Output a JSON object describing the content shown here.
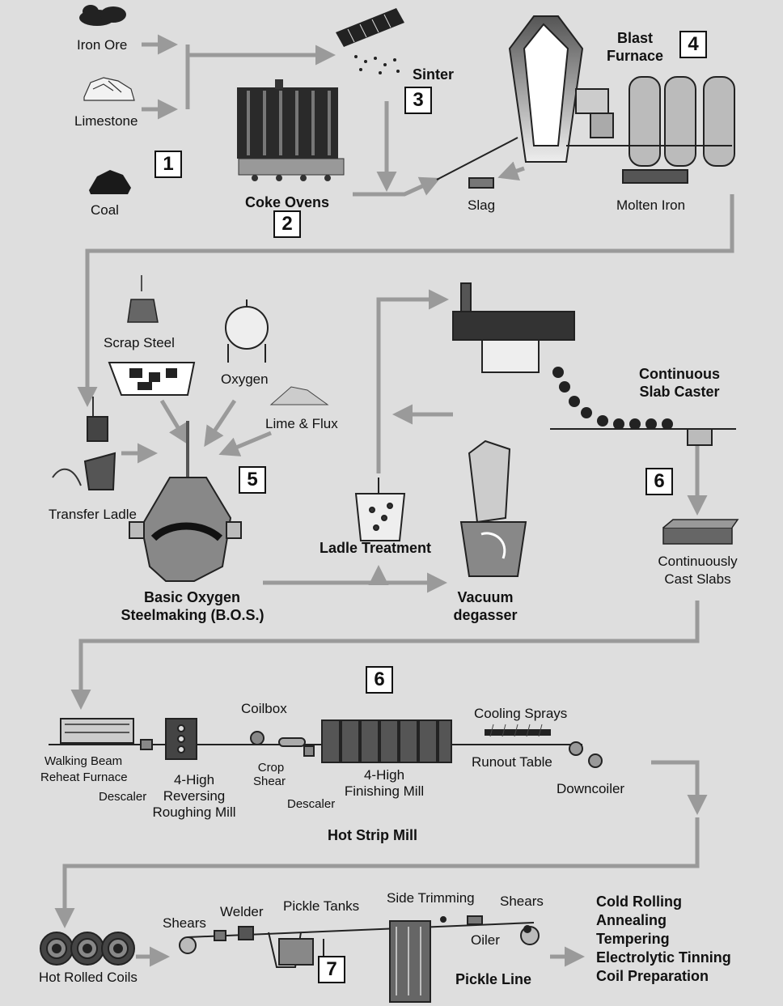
{
  "steps": {
    "s1": "1",
    "s2": "2",
    "s3": "3",
    "s4": "4",
    "s5": "5",
    "s6a": "6",
    "s6b": "6",
    "s7": "7"
  },
  "labels": {
    "iron_ore": "Iron Ore",
    "limestone": "Limestone",
    "coal": "Coal",
    "sinter": "Sinter",
    "coke_ovens": "Coke Ovens",
    "blast": "Blast",
    "furnace": "Furnace",
    "slag": "Slag",
    "molten_iron": "Molten Iron",
    "scrap_steel": "Scrap Steel",
    "oxygen": "Oxygen",
    "lime_flux": "Lime & Flux",
    "transfer_ladle": "Transfer Ladle",
    "bos_line1": "Basic Oxygen",
    "bos_line2": "Steelmaking (B.O.S.)",
    "ladle_treatment": "Ladle Treatment",
    "vacuum": "Vacuum",
    "degasser": "degasser",
    "continuous": "Continuous",
    "slab_caster": "Slab Caster",
    "continuously": "Continuously",
    "cast_slabs": "Cast Slabs",
    "walking_beam": "Walking Beam",
    "reheat_furnace": "Reheat Furnace",
    "descaler": "Descaler",
    "four_high": "4-High",
    "reversing": "Reversing",
    "roughing_mill": "Roughing Mill",
    "coilbox": "Coilbox",
    "crop": "Crop",
    "shear": "Shear",
    "finishing_mill": "Finishing Mill",
    "cooling_sprays": "Cooling Sprays",
    "runout_table": "Runout Table",
    "downcoiler": "Downcoiler",
    "hot_strip_mill": "Hot Strip Mill",
    "hot_rolled_coils": "Hot Rolled Coils",
    "shears": "Shears",
    "welder": "Welder",
    "pickle_tanks": "Pickle Tanks",
    "side_trimming": "Side Trimming",
    "oiler": "Oiler",
    "pickle_line": "Pickle Line"
  },
  "final_processes": [
    "Cold Rolling",
    "Annealing",
    "Tempering",
    "Electrolytic Tinning",
    "Coil Preparation"
  ],
  "colors": {
    "background": "#dedede",
    "arrow": "#9a9a9a",
    "ink": "#111111"
  }
}
